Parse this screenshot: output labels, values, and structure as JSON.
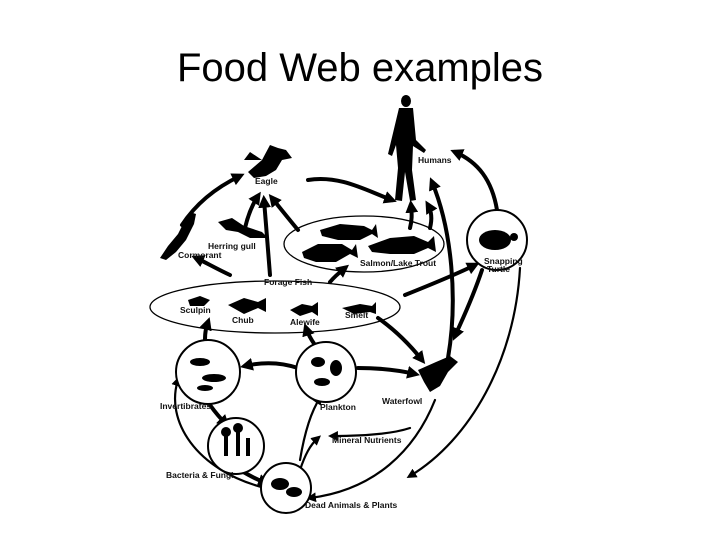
{
  "slide": {
    "title": "Food Web examples"
  },
  "labels": {
    "humans": "Humans",
    "eagle": "Eagle",
    "herring_gull": "Herring gull",
    "cormorant": "Cormorant",
    "salmon_lake_trout": "Salmon/Lake Trout",
    "snapping_turtle": "Snapping Turtle",
    "forage_fish": "Forage Fish",
    "sculpin": "Sculpin",
    "chub": "Chub",
    "alewife": "Alewife",
    "smelt": "Smelt",
    "invertibrates": "Invertibrates",
    "plankton": "Plankton",
    "waterfowl": "Waterfowl",
    "mineral_nutrients": "Mineral Nutrients",
    "bacteria_fungi": "Bacteria & Fungi",
    "dead_animals_plants": "Dead Animals & Plants"
  }
}
